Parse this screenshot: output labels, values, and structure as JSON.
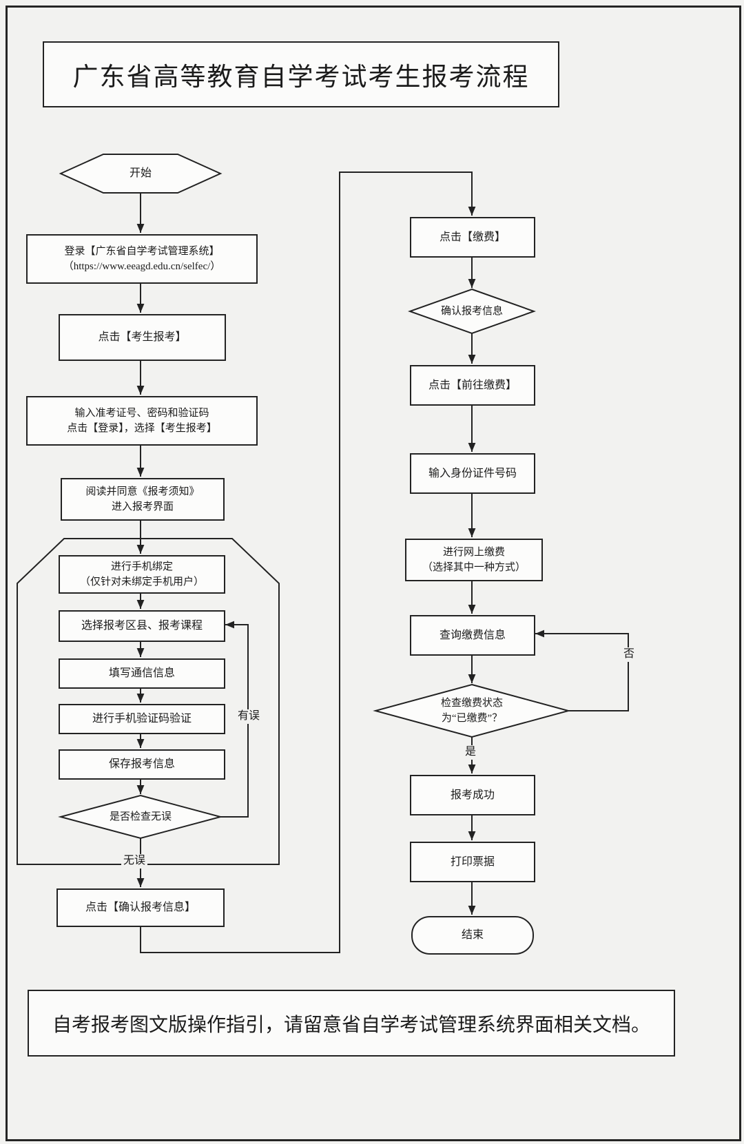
{
  "title": "广东省高等教育自学考试考生报考流程",
  "footer": {
    "note": "自考报考图文版操作指引，请留意省自学考试管理系统界面相关文档。"
  },
  "left": {
    "start": "开始",
    "login": {
      "line1": "登录【广东省自学考试管理系统】",
      "line2": "（https://www.eeagd.edu.cn/selfec/）"
    },
    "click_register": "点击【考生报考】",
    "input_credentials": {
      "line1": "输入准考证号、密码和验证码",
      "line2": "点击【登录】，选择【考生报考】"
    },
    "read_notice": {
      "line1": "阅读并同意《报考须知》",
      "line2": "进入报考界面"
    },
    "bind_phone": {
      "line1": "进行手机绑定",
      "line2": "（仅针对未绑定手机用户）"
    },
    "select_course": "选择报考区县、报考课程",
    "fill_contact": "填写通信信息",
    "verify_code": "进行手机验证码验证",
    "save_info": "保存报考信息",
    "check_decision": "是否检查无误",
    "label_error": "有误",
    "label_correct": "无误",
    "confirm_info": "点击【确认报考信息】"
  },
  "right": {
    "click_pay": "点击【缴费】",
    "confirm_decision": "确认报考信息",
    "goto_pay": "点击【前往缴费】",
    "input_id": "输入身份证件号码",
    "online_pay": {
      "line1": "进行网上缴费",
      "line2": "（选择其中一种方式）"
    },
    "query_pay": "查询缴费信息",
    "check_pay": {
      "line1": "检查缴费状态",
      "line2": "为“已缴费”？"
    },
    "label_no": "否",
    "label_yes": "是",
    "success": "报考成功",
    "print_receipt": "打印票据",
    "end": "结束"
  },
  "colors": {
    "page_background": "#f2f2f0",
    "line": "#222222",
    "box_fill": "#fcfcfb"
  }
}
